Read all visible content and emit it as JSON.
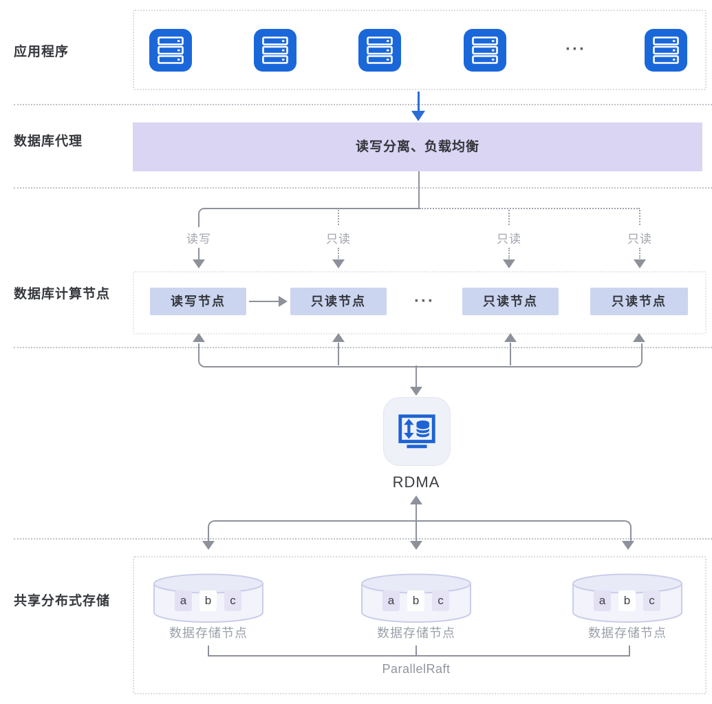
{
  "diagram": {
    "app": {
      "label": "应用程序",
      "ellipsis": "···"
    },
    "proxy": {
      "label": "数据库代理",
      "bar_text": "读写分离、负载均衡"
    },
    "compute": {
      "label": "数据库计算节点",
      "branch_labels": [
        "读写",
        "只读",
        "只读",
        "只读"
      ],
      "nodes": [
        "读写节点",
        "只读节点",
        "只读节点",
        "只读节点"
      ],
      "ellipsis": "···"
    },
    "rdma": {
      "label": "RDMA"
    },
    "storage": {
      "label": "共享分布式存储",
      "chips": [
        "a",
        "b",
        "c"
      ],
      "node_label": "数据存储节点",
      "raft_label": "ParallelRaft"
    },
    "colors": {
      "server_icon_blue": "#1a67da",
      "proxy_bar_purple": "#d9d5f3",
      "node_box_blue": "#cbd5f0",
      "arrow_blue": "#2b6cd5",
      "line_gray": "#8d919a",
      "cylinder_fill": "#f2f3fb",
      "cylinder_border": "#c9cde9",
      "chip_purple": "#e3e0f4"
    }
  }
}
